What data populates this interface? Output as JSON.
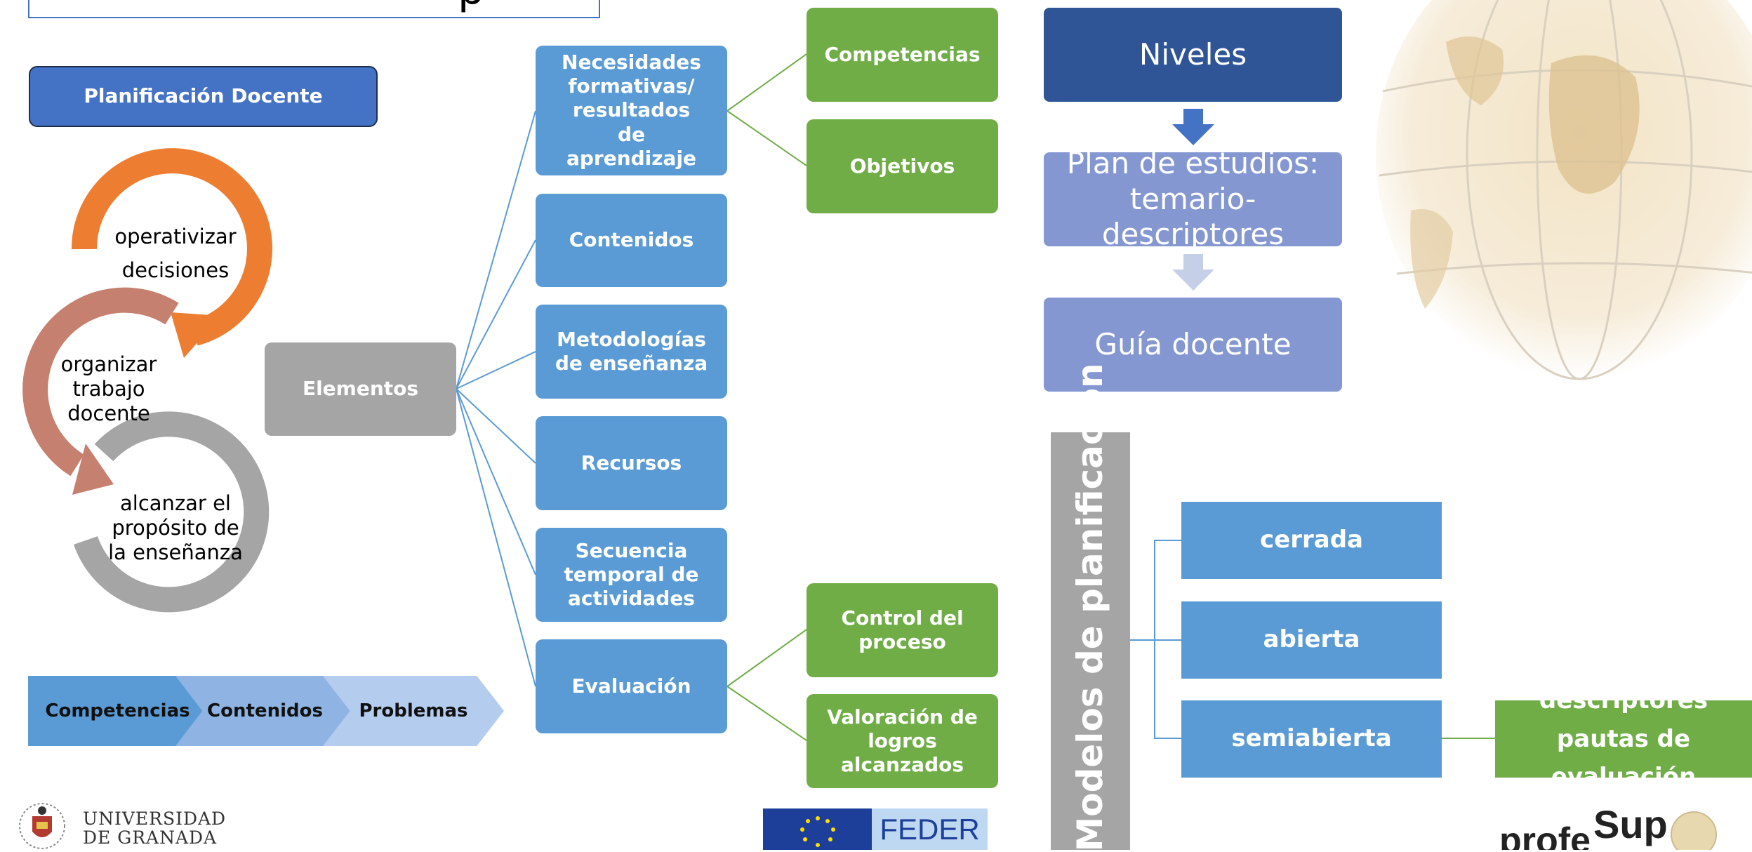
{
  "header": {
    "title_fragment": "p"
  },
  "planificacion": {
    "label": "Planificación Docente"
  },
  "cycle": {
    "step1": [
      "operativizar",
      "decisiones"
    ],
    "step2": [
      "organizar",
      "trabajo",
      "docente"
    ],
    "step3": [
      "alcanzar el",
      "propósito de",
      "la enseñanza"
    ]
  },
  "chevrons": [
    "Competencias",
    "Contenidos",
    "Problemas"
  ],
  "elementos": {
    "label": "Elementos"
  },
  "elements": [
    "Necesidades formativas/ resultados de aprendizaje",
    "Contenidos",
    "Metodologías de enseñanza",
    "Recursos",
    "Secuencia temporal de actividades",
    "Evaluación"
  ],
  "needs_children": [
    "Competencias",
    "Objetivos"
  ],
  "eval_children": [
    "Control del proceso",
    "Valoración de logros alcanzados"
  ],
  "levels": {
    "title": "Niveles",
    "plan": "Plan de estudios: temario-descriptores",
    "guide": "Guía docente"
  },
  "models": {
    "title": "Modelos de planificación",
    "types": [
      "cerrada",
      "abierta",
      "semiabierta"
    ],
    "semiabierta_details": [
      "descriptores",
      "pautas de evaluación"
    ]
  },
  "logos": {
    "university_line1": "UNIVERSIDAD",
    "university_line2": "DE GRANADA",
    "feder": "FEDER",
    "profesup_a": "profe",
    "profesup_b": "Sup"
  },
  "colors": {
    "blue": "#5b9bd5",
    "green": "#70ad47",
    "navy": "#2f5597",
    "lavender": "#8497d0",
    "gray": "#a5a5a5",
    "orange": "#ed7d31",
    "brown": "#c5806f",
    "header_blue": "#4472c4"
  }
}
